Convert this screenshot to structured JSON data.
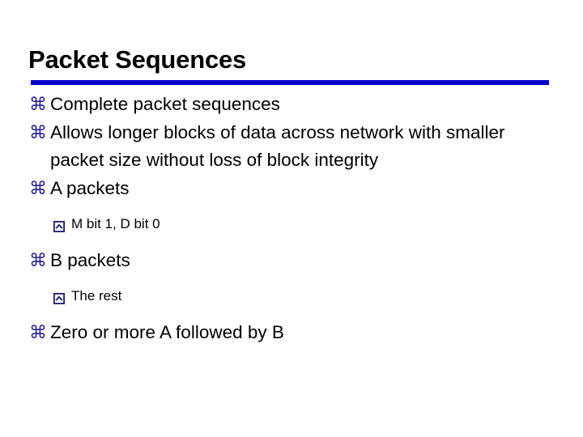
{
  "slide": {
    "title": "Packet Sequences",
    "accent_color": "#0000cc",
    "bullet_color": "#21219c",
    "subbullet_color": "#1b1b7a",
    "text_color": "#000000",
    "background_color": "#ffffff",
    "bullet_glyph": "⌘",
    "bullet_glyph_name": "command-place-of-interest-glyph",
    "subbullet_glyph_name": "chevron-box-glyph",
    "items": [
      {
        "level": 1,
        "text": "Complete packet sequences"
      },
      {
        "level": 1,
        "text": "Allows longer blocks of data across network with smaller packet size without loss of block integrity"
      },
      {
        "level": 1,
        "text": "A packets"
      },
      {
        "level": 2,
        "text": "M bit 1, D bit 0"
      },
      {
        "level": 1,
        "text": "B packets"
      },
      {
        "level": 2,
        "text": "The rest"
      },
      {
        "level": 1,
        "text": "Zero or more A followed by B"
      }
    ]
  }
}
